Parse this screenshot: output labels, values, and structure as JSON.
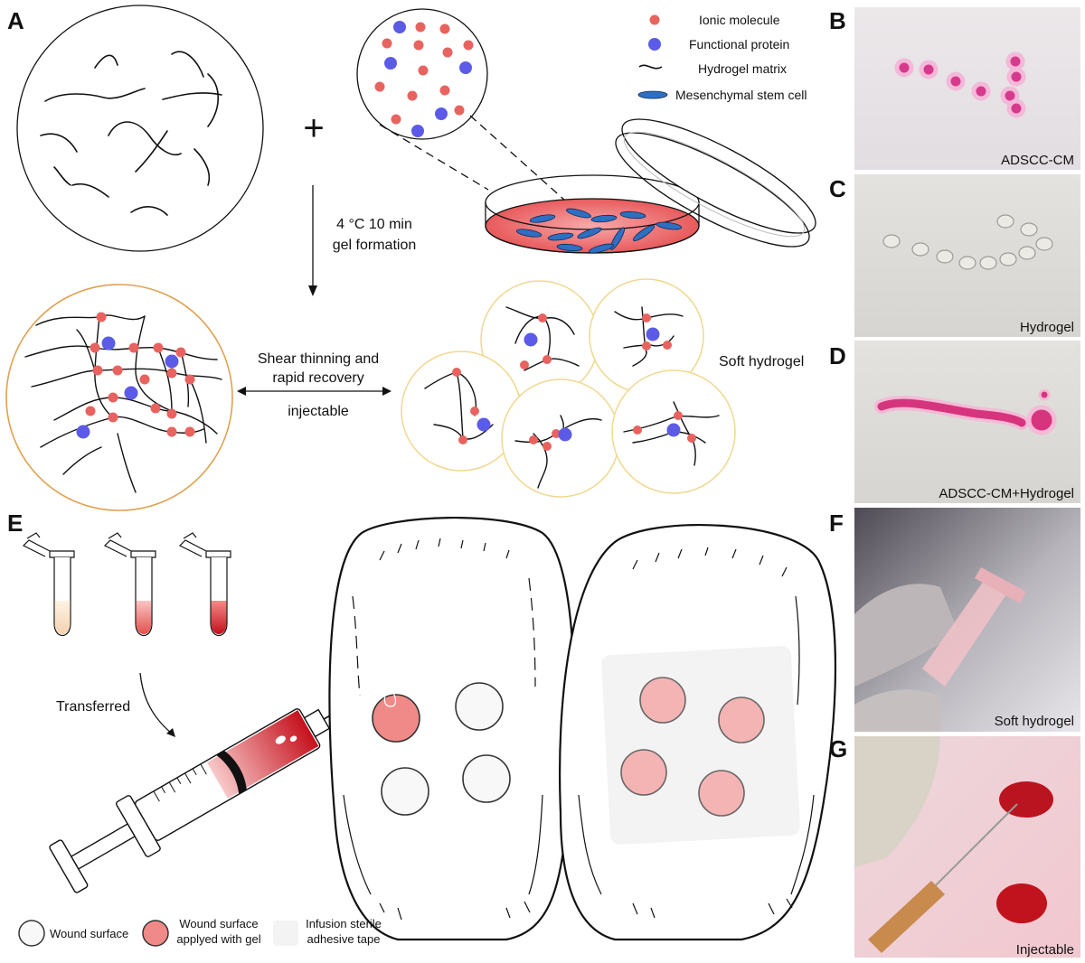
{
  "panels": {
    "A": "A",
    "B": "B",
    "C": "C",
    "D": "D",
    "E": "E",
    "F": "F",
    "G": "G"
  },
  "legend_a": {
    "ionic": "Ionic molecule",
    "protein": "Functional protein",
    "matrix": "Hydrogel matrix",
    "msc": "Mesenchymal stem cell"
  },
  "plus_sign": "+",
  "gel_formation": {
    "line1": "4 °C 10 min",
    "line2": "gel formation"
  },
  "shear": {
    "line1": "Shear thinning and",
    "line2": "rapid recovery",
    "line3": "injectable"
  },
  "soft_hydrogel_label": "Soft hydrogel",
  "photo_captions": {
    "B": "ADSCC-CM",
    "C": "Hydrogel",
    "D": "ADSCC-CM+Hydrogel",
    "F": "Soft hydrogel",
    "G": "Injectable"
  },
  "transferred": "Transferred",
  "legend_e": {
    "wound": "Wound surface",
    "wound_gel_1": "Wound surface",
    "wound_gel_2": "applyed with gel",
    "tape_1": "Infusion sterile",
    "tape_2": "adhesive tape"
  },
  "colors": {
    "ionic": "#e8635f",
    "protein": "#5b5be8",
    "gel_outline": "#e0a050",
    "soft_outline": "#f0d890",
    "wound_gel": "#f08a88",
    "wound_tape": "#f5b4b4",
    "syringe_red": "#d9202a"
  }
}
